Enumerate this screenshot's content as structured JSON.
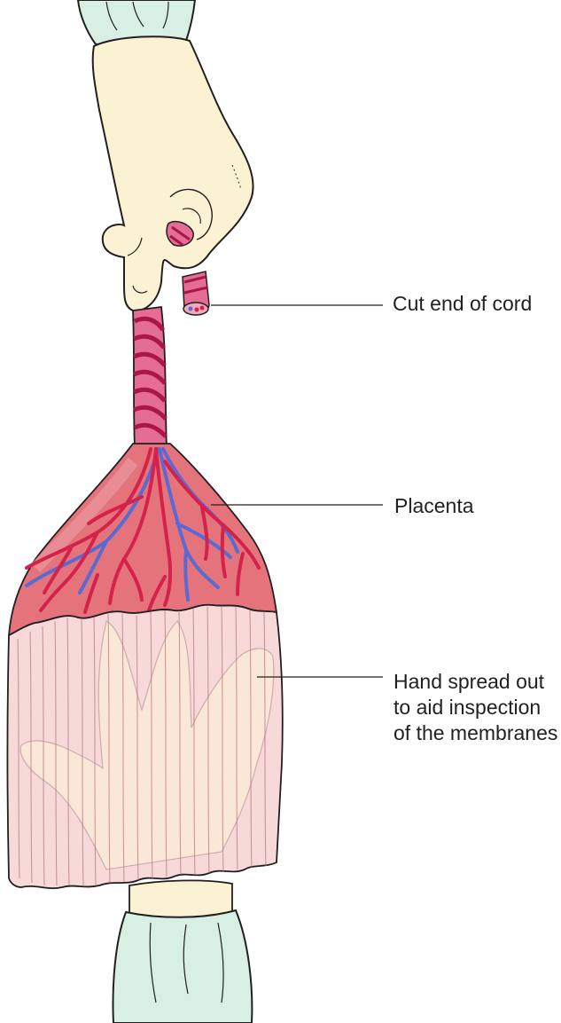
{
  "labels": {
    "cut_end_of_cord": "Cut end of cord",
    "placenta": "Placenta",
    "membranes_line1": "Hand spread out",
    "membranes_line2": "to aid inspection",
    "membranes_line3": "of the membranes"
  },
  "colors": {
    "glove_cuff": "#d8efe3",
    "glove_skin": "#fbf2d4",
    "cord": "#e46c95",
    "cord_stripe": "#a8164a",
    "placenta_tissue": "#e4737c",
    "artery": "#d4224a",
    "vein": "#5b6ad1",
    "membrane": "#f7d9d9",
    "outline": "#231f20"
  }
}
